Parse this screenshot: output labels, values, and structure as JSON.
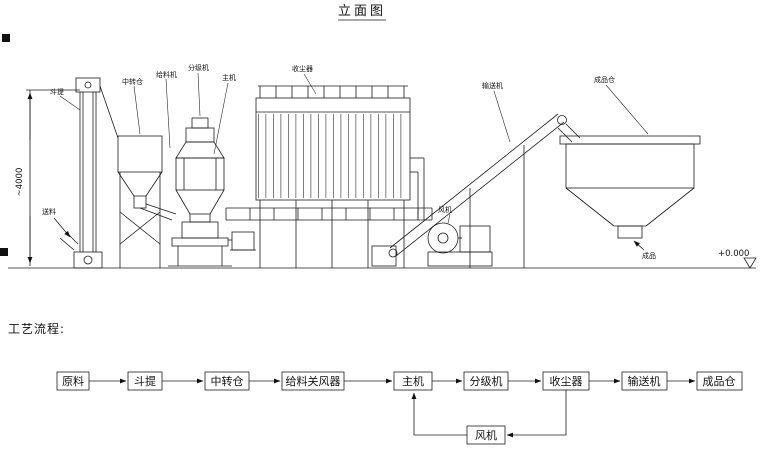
{
  "title": "立面图",
  "flow": {
    "label": "工艺流程:",
    "steps": [
      "原料",
      "斗提",
      "中转仓",
      "给料关风器",
      "主机",
      "分级机",
      "收尘器",
      "输送机",
      "成品仓"
    ],
    "fan": "风机"
  },
  "elevation": {
    "feed_label": "送料",
    "product_label": "成品",
    "level_label": "+0.000",
    "height_dim": "~4000",
    "callouts": {
      "bucket_elevator": "斗提",
      "transfer_silo": "中转仓",
      "feeder": "给料机",
      "classifier": "分级机",
      "main_mill": "主机",
      "dust_collector": "收尘器",
      "fan": "风机",
      "conveyor": "输送机",
      "product_silo": "成品仓"
    }
  }
}
